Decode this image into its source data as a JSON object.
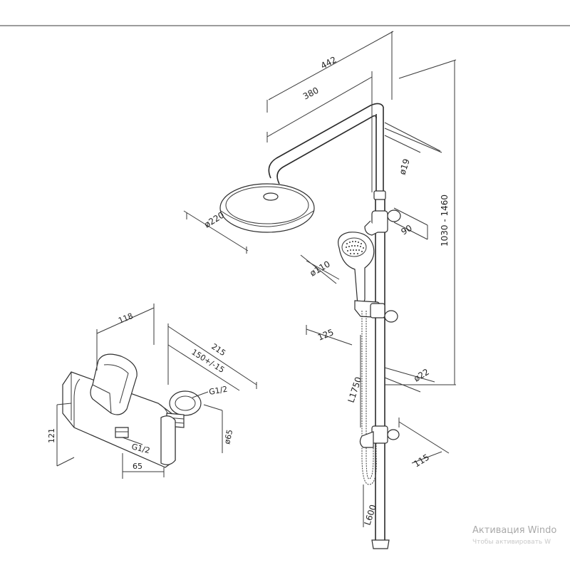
{
  "dimensions": {
    "d442": "442",
    "d380": "380",
    "d19": "ø19",
    "d1030": "1030 - 1460",
    "d220": "ø220",
    "d90": "90",
    "d110": "ø110",
    "d125": "125",
    "d1750": "L1750",
    "d22": "ø22",
    "d115": "115",
    "d600": "L600",
    "d118": "118",
    "d215": "215",
    "d150": "150+/-15",
    "g12a": "G1/2",
    "d121": "121",
    "d65a": "ø65",
    "g12b": "G1/2",
    "d65b": "65"
  },
  "watermark": {
    "text": "Активация Windo",
    "subtext": "Чтобы активировать W"
  }
}
